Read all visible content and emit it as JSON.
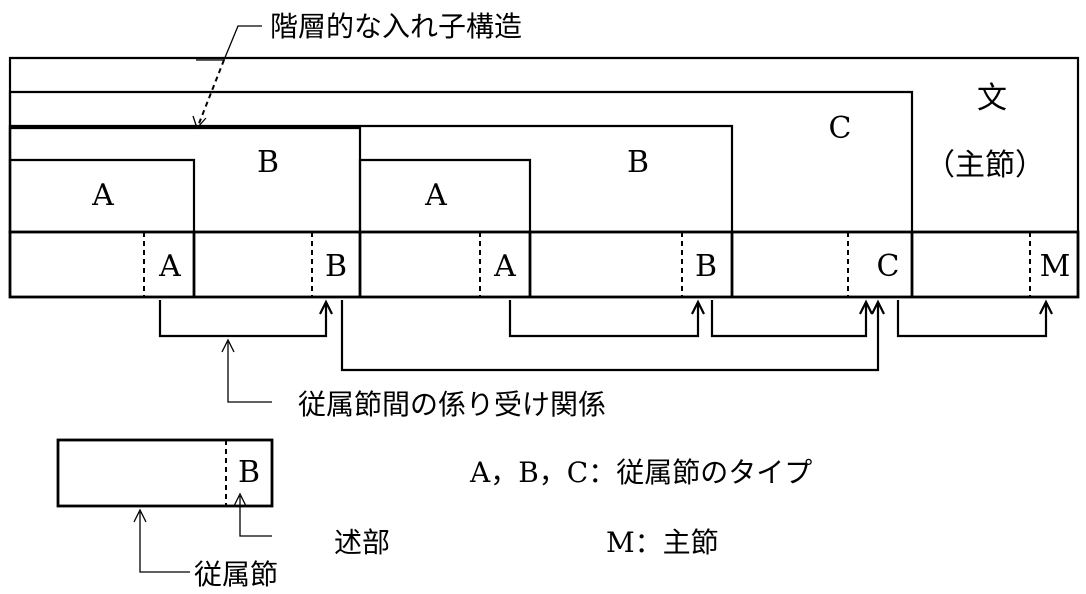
{
  "labels": {
    "nested_structure": "階層的な入れ子構造",
    "dependency": "従属節間の係り受け関係",
    "sentence": "文",
    "main_clause_paren": "（主節）",
    "predicate": "述部",
    "subordinate_clause": "従属節",
    "types_legend": "A，B，C：従属節のタイプ",
    "m_legend": "M：主節"
  },
  "types": {
    "a": "A",
    "b": "B",
    "c": "C",
    "m": "M"
  },
  "colors": {
    "ink": "#000000",
    "background": "#ffffff"
  }
}
